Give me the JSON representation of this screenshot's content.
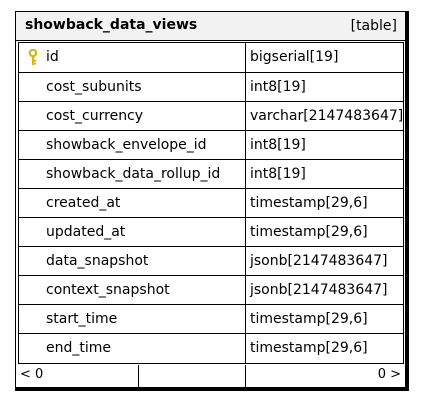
{
  "table": {
    "name": "showback_data_views",
    "type_tag": "[table]"
  },
  "columns": [
    {
      "name": "id",
      "type": "bigserial[19]",
      "primary_key": true
    },
    {
      "name": "cost_subunits",
      "type": "int8[19]"
    },
    {
      "name": "cost_currency",
      "type": "varchar[2147483647]"
    },
    {
      "name": "showback_envelope_id",
      "type": "int8[19]"
    },
    {
      "name": "showback_data_rollup_id",
      "type": "int8[19]"
    },
    {
      "name": "created_at",
      "type": "timestamp[29,6]"
    },
    {
      "name": "updated_at",
      "type": "timestamp[29,6]"
    },
    {
      "name": "data_snapshot",
      "type": "jsonb[2147483647]"
    },
    {
      "name": "context_snapshot",
      "type": "jsonb[2147483647]"
    },
    {
      "name": "start_time",
      "type": "timestamp[29,6]"
    },
    {
      "name": "end_time",
      "type": "timestamp[29,6]"
    }
  ],
  "footer": {
    "left": "< 0",
    "right": "0 >"
  },
  "icons": {
    "primary_key": "key-icon",
    "primary_key_color": "#d4b80b"
  }
}
